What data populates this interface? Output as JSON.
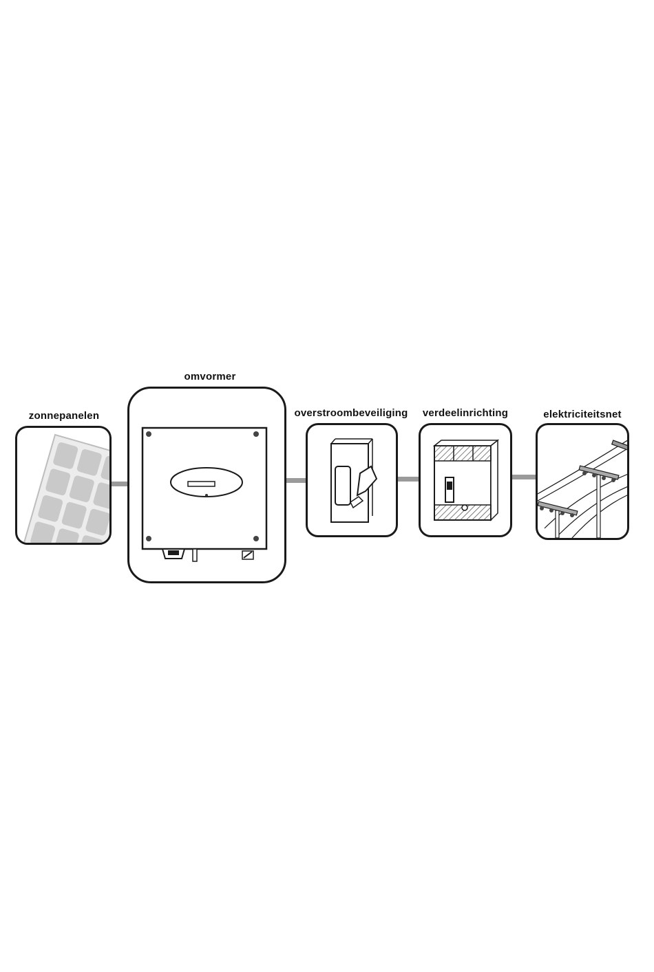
{
  "diagram": {
    "labels": {
      "solar": "zonnepanelen",
      "inverter": "omvormer",
      "overcurrent": "overstroombeveiliging",
      "distribution": "verdeelinrichting",
      "grid": "elektriciteitsnet"
    },
    "colors": {
      "stroke": "#1a1a1a",
      "connector": "#9a9a9a",
      "panel_cell": "#c8c8c8",
      "panel_frame": "#e6e6e6"
    },
    "icons": [
      "solar-panel-icon",
      "inverter-icon",
      "switch-icon",
      "breaker-icon",
      "power-pole-icon"
    ]
  }
}
